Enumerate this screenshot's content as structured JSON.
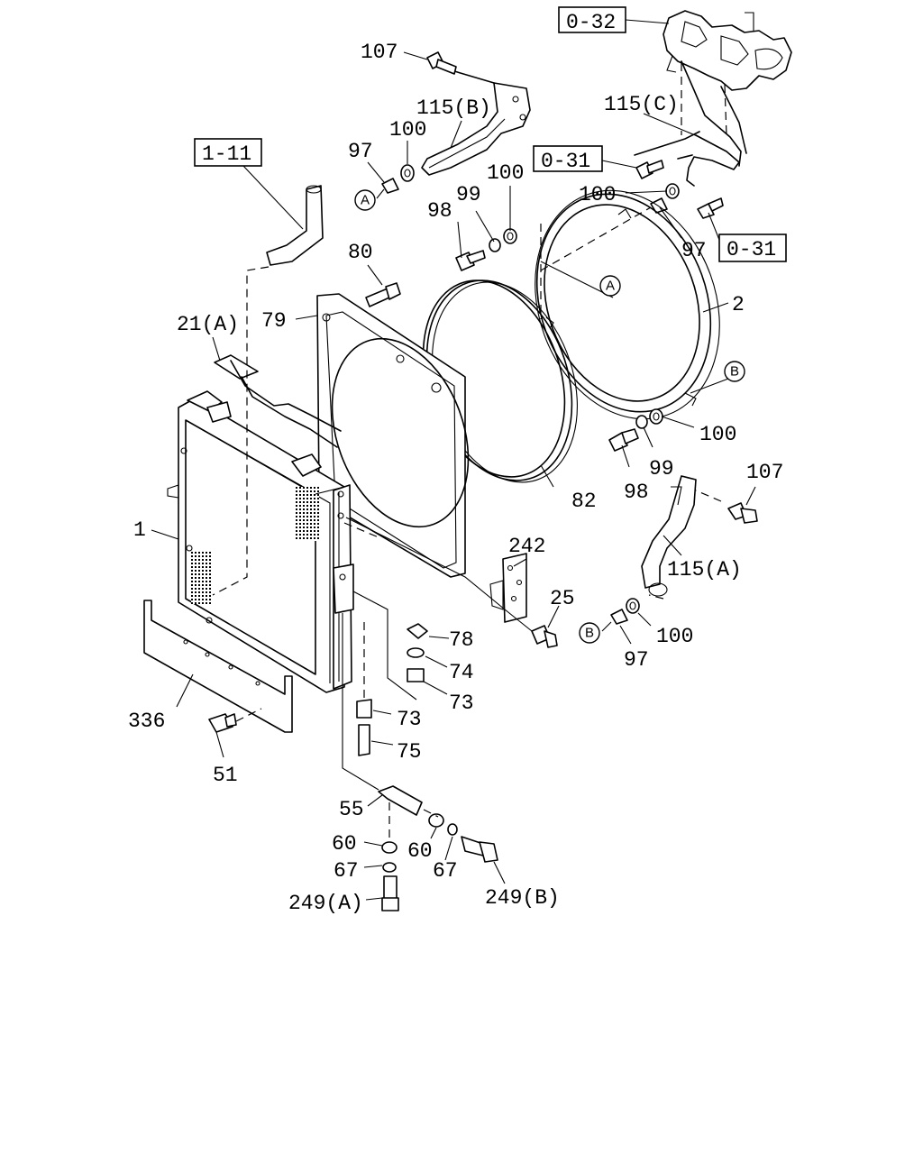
{
  "ref_boxes": {
    "r032": "0-32",
    "r011": "1-11",
    "r031a": "0-31",
    "r031b": "0-31"
  },
  "callouts": {
    "c_A1": "A",
    "c_A2": "A",
    "c_B1": "B",
    "c_B2": "B"
  },
  "labels": {
    "l107a": "107",
    "l115b": "115(B)",
    "l100a": "100",
    "l97a": "97",
    "l115c": "115(C)",
    "l100b": "100",
    "l99a": "99",
    "l98a": "98",
    "l100c": "100",
    "l97b": "97",
    "l80": "80",
    "l2": "2",
    "l79": "79",
    "l21a": "21(A)",
    "l100d": "100",
    "l99b": "99",
    "l98b": "98",
    "l107b": "107",
    "l82": "82",
    "l1": "1",
    "l242": "242",
    "l115a": "115(A)",
    "l25": "25",
    "l100e": "100",
    "l97c": "97",
    "l78": "78",
    "l74": "74",
    "l73a": "73",
    "l73b": "73",
    "l75": "75",
    "l336": "336",
    "l51": "51",
    "l55": "55",
    "l60a": "60",
    "l60b": "60",
    "l67a": "67",
    "l67b": "67",
    "l249a": "249(A)",
    "l249b": "249(B)"
  }
}
